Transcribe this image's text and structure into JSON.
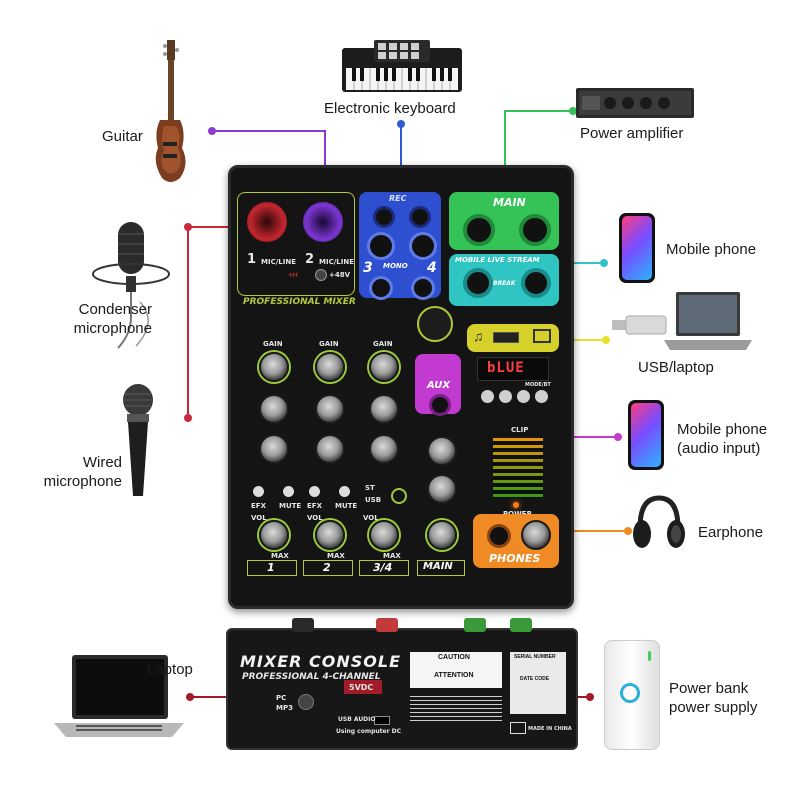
{
  "labels": {
    "guitar": "Guitar",
    "keyboard": "Electronic keyboard",
    "amplifier": "Power amplifier",
    "mobile_phone": "Mobile phone",
    "condenser_line1": "Condenser",
    "condenser_line2": "microphone",
    "usb_laptop": "USB/laptop",
    "mobile_audio_line1": "Mobile phone",
    "mobile_audio_line2": "(audio input)",
    "wired_line1": "Wired",
    "wired_line2": "microphone",
    "earphone": "Earphone",
    "laptop": "Laptop",
    "powerbank_line1": "Power bank",
    "powerbank_line2": "power supply"
  },
  "mixer": {
    "rec": "REC",
    "main": "MAIN",
    "mobile_live_stream": "MOBILE LIVE STREAM",
    "break": "BREAK",
    "mono": "MONO",
    "ch1": "1",
    "ch2": "2",
    "ch3": "3",
    "ch4": "4",
    "mic_line": "MIC/LINE",
    "phantom": "+48V",
    "professional_mixer": "PROFESSIONAL MIXER",
    "display": "bLUE",
    "aux": "AUX",
    "gain": "GAIN",
    "efx": "EFX",
    "mute": "MUTE",
    "vol": "VOL",
    "max": "MAX",
    "clip": "CLIP",
    "power": "POWER",
    "phones": "PHONES",
    "st": "ST",
    "usb": "USB",
    "strip_1": "1",
    "strip_2": "2",
    "strip_34": "3/4",
    "strip_main": "MAIN",
    "mode_bt": "MODE/BT"
  },
  "back_panel": {
    "title": "MIXER CONSOLE",
    "subtitle": "PROFESSIONAL 4-CHANNEL",
    "dc": "5VDC",
    "usb_audio": "USB AUDIO",
    "using_dc": "Using computer DC",
    "caution": "CAUTION",
    "attention": "ATTENTION",
    "pc": "PC",
    "mp3": "MP3",
    "serial": "SERIAL NUMBER",
    "date": "DATE CODE",
    "made_in": "MADE IN CHINA"
  },
  "colors": {
    "guitar_wire": "#8a3bd6",
    "keyboard_wire": "#2e5bd1",
    "amp_wire": "#34c35a",
    "mobile_wire": "#2ec4c8",
    "condenser_wire": "#c8283a",
    "usb_wire": "#e8e02a",
    "mobile_audio_wire": "#c53ad1",
    "earphone_wire": "#f08a1e",
    "laptop_wire": "#a01c28",
    "powerbank_wire": "#a01c28"
  }
}
